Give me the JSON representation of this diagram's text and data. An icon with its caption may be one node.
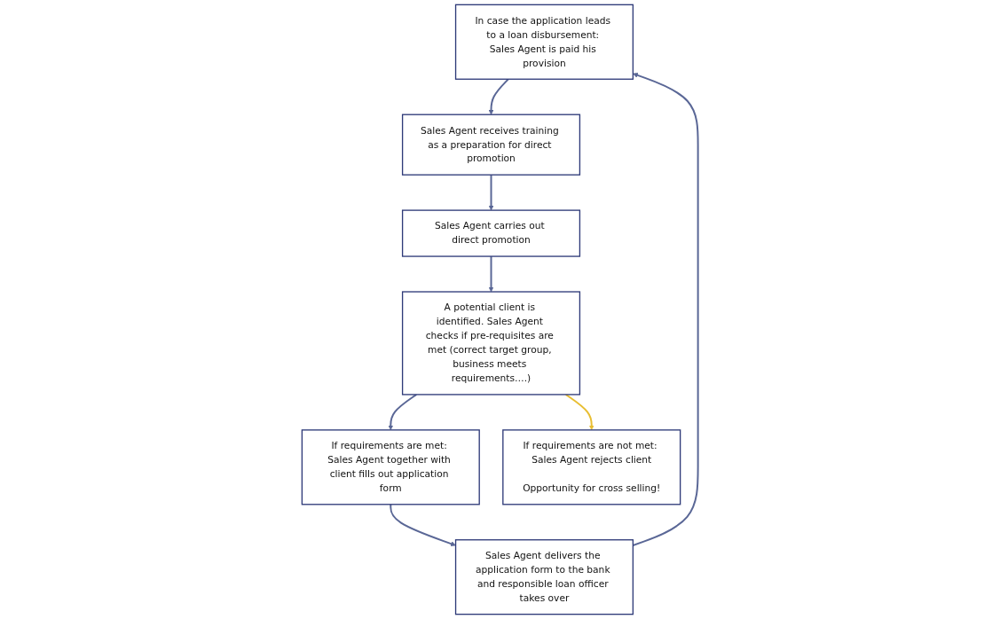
{
  "diagram": {
    "nodes": [
      {
        "text": [
          "In case the application leads to a loan disbursement: Sales Agent is paid his provision"
        ]
      },
      {
        "text": [
          "Sales Agent receives training as a preparation for direct promotion"
        ]
      },
      {
        "text": [
          "Sales Agent delivers the application form to the bank and responsible loan officer takes over"
        ]
      },
      {
        "text": [
          "Sales Agent carries out direct promotion"
        ]
      },
      {
        "text": [
          "A potential client is identified. Sales Agent checks if pre-requisites are met (correct target group, business meets requirements….)"
        ]
      },
      {
        "text": [
          "If requirements are met: Sales Agent together with client fills out application form"
        ]
      },
      {
        "text": [
          "If requirements are not met: Sales Agent rejects client",
          "Opportunity for cross selling!"
        ]
      }
    ],
    "edges": [
      {
        "from": 0,
        "to": 1,
        "arrow": "to"
      },
      {
        "from": 1,
        "to": 3,
        "arrow": "to"
      },
      {
        "from": 3,
        "to": 4,
        "arrow": "to"
      },
      {
        "from": 4,
        "to": 5,
        "arrow": "to"
      },
      {
        "from": 5,
        "to": 2,
        "arrow": "to"
      },
      {
        "from": 2,
        "to": 0,
        "arrow": "to"
      },
      {
        "from": 4,
        "to": 6,
        "arrow": "to",
        "color": "#e8be32"
      }
    ]
  }
}
